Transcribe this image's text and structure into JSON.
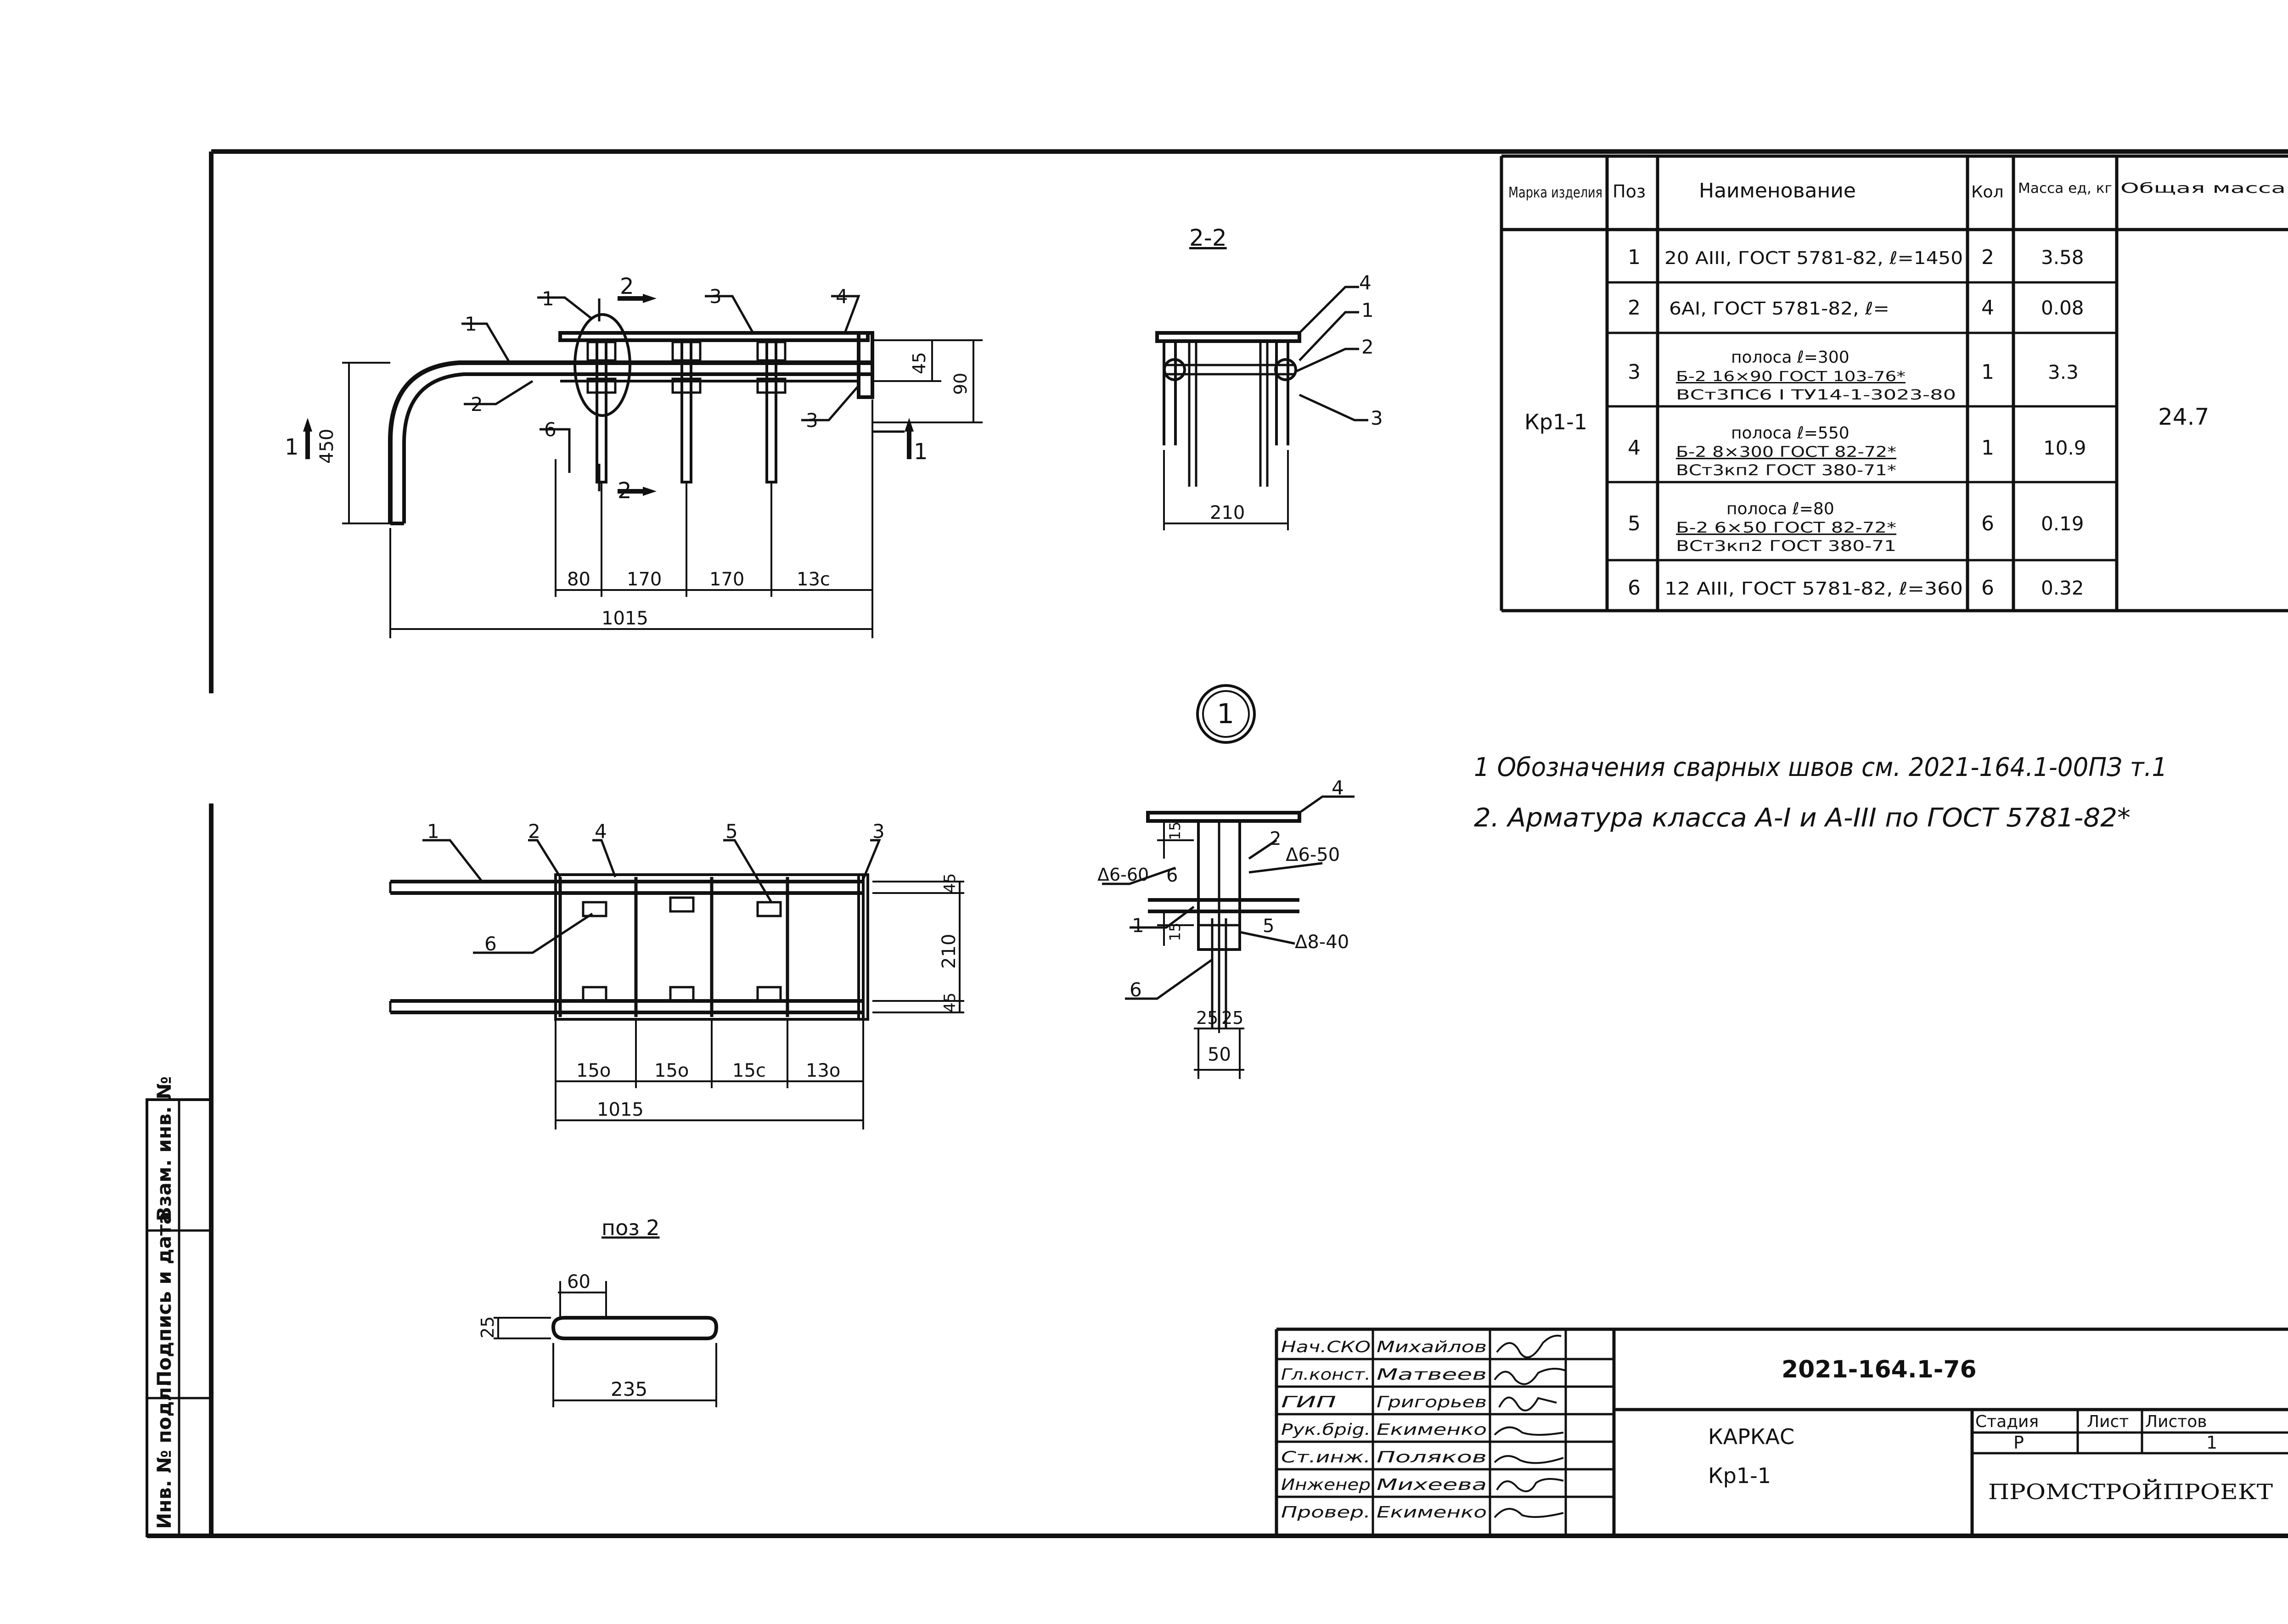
{
  "drawing": {
    "plan_label": "1",
    "section_label": "2-2",
    "pos2_label": "поз 2",
    "cut_marks": {
      "c1": "1",
      "c2": "2"
    }
  },
  "elevation": {
    "callouts": {
      "p1": "1",
      "p2": "2",
      "p3": "3",
      "p4": "4",
      "p6": "6"
    },
    "dims": {
      "d45": "45",
      "d90": "90",
      "d450": "450",
      "d80": "80",
      "d170a": "170",
      "d170b": "170",
      "d130": "13c",
      "d1015": "1015"
    }
  },
  "section22": {
    "callouts": {
      "p4": "4",
      "p1": "1",
      "p2": "2",
      "p3": "3"
    },
    "dims": {
      "d210": "210"
    }
  },
  "plan": {
    "callouts": {
      "p1": "1",
      "p2": "2",
      "p4": "4",
      "p5": "5",
      "p3": "3",
      "p6": "6"
    },
    "dims": {
      "d45a": "45",
      "d210": "210",
      "d45b": "45",
      "d150a": "15o",
      "d150b": "15o",
      "d150c": "15c",
      "d130": "13o",
      "d1015": "1015"
    }
  },
  "node1": {
    "callouts": {
      "p4": "4",
      "p2": "2",
      "p6a": "6",
      "p1": "1",
      "p5": "5",
      "p6b": "6"
    },
    "welds": {
      "w1": "Δ6-50",
      "w2": "Δ6-60",
      "w3": "Δ8-40"
    },
    "dims": {
      "d15a": "15",
      "d15b": "15",
      "d25a": "25",
      "d25b": "25",
      "d50": "50"
    }
  },
  "pos2": {
    "dims": {
      "d60": "60",
      "d25": "25",
      "d235": "235"
    }
  },
  "notes": [
    "1 Обозначения сварных швов см. 2021-164.1-00ПЗ т.1",
    "2. Арматура класса А-I и А-III по ГОСТ 5781-82*"
  ],
  "spec_table": {
    "headers": [
      "Марка изделия",
      "Поз",
      "Наименование",
      "Кол",
      "Масса ед, кг",
      "Общая масса"
    ],
    "mark": "Кр1-1",
    "total_mass": "24.7",
    "rows": [
      {
        "pos": "1",
        "name": [
          "20 АIII, ГОСТ 5781-82, ℓ=1450"
        ],
        "qty": "2",
        "mass": "3.58"
      },
      {
        "pos": "2",
        "name": [
          "6АI, ГОСТ 5781-82, ℓ="
        ],
        "qty": "4",
        "mass": "0.08"
      },
      {
        "pos": "3",
        "name": [
          "полоса ℓ=300",
          "Б-2 16×90 ГОСТ 103-76*",
          "ВСт3ПС6 I ТУ14-1-3023-80"
        ],
        "qty": "1",
        "mass": "3.3"
      },
      {
        "pos": "4",
        "name": [
          "полоса ℓ=550",
          "Б-2 8×300 ГОСТ 82-72*",
          "ВСт3кп2 ГОСТ 380-71*"
        ],
        "qty": "1",
        "mass": "10.9"
      },
      {
        "pos": "5",
        "name": [
          "полоса ℓ=80",
          "Б-2 6×50 ГОСТ 82-72*",
          "ВСт3кп2 ГОСТ 380-71"
        ],
        "qty": "6",
        "mass": "0.19"
      },
      {
        "pos": "6",
        "name": [
          "12 АIII, ГОСТ 5781-82, ℓ=360"
        ],
        "qty": "6",
        "mass": "0.32"
      }
    ]
  },
  "title_block": {
    "doc_number": "2021-164.1-76",
    "title_lines": [
      "КАРКАС",
      "Кр1-1"
    ],
    "stage_header": "Стадия",
    "sheet_header": "Лист",
    "sheets_header": "Листов",
    "stage": "Р",
    "sheet": "",
    "sheets": "1",
    "org": "ПРОМСТРОЙПРОЕКТ",
    "staff": [
      {
        "role": "Нач.СКО",
        "name": "Михайлов"
      },
      {
        "role": "Гл.конст.",
        "name": "Матвеев"
      },
      {
        "role": "ГИП",
        "name": "Григорьев"
      },
      {
        "role": "Рук.брig.",
        "name": "Екименко"
      },
      {
        "role": "Ст.инж.",
        "name": "Поляков"
      },
      {
        "role": "Инженер",
        "name": "Михеева"
      },
      {
        "role": "Провер.",
        "name": "Екименко"
      }
    ]
  },
  "side_stamp": [
    "Инв. № подл.",
    "Подпись и дата",
    "Взам. инв. №"
  ]
}
